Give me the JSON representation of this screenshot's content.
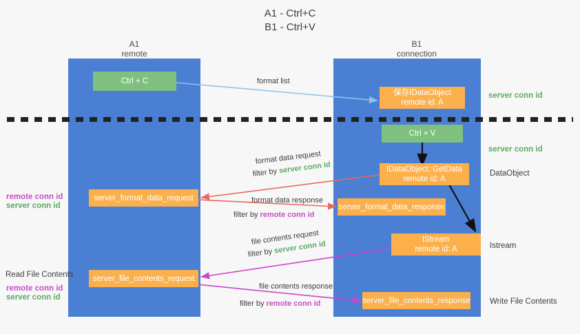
{
  "title": {
    "line1": "A1 - Ctrl+C",
    "line2": "B1 - Ctrl+V"
  },
  "columns": [
    {
      "name": "A1",
      "sub": "remote"
    },
    {
      "name": "B1",
      "sub": "connection"
    }
  ],
  "colors": {
    "lane": "#4a7fd4",
    "green_box": "#7fc07f",
    "orange_box": "#fbb04c",
    "server_conn_id": "#5aab62",
    "remote_conn_id": "#c54fc5",
    "arrow_blue": "#8ec4ea",
    "arrow_red": "#e8685f",
    "arrow_magenta": "#cc44cc",
    "arrow_black": "#111111",
    "background": "#f7f7f7"
  },
  "boxes": [
    {
      "id": "ctrl-c",
      "label": "Ctrl + C",
      "label2": "",
      "kind": "green"
    },
    {
      "id": "save-idataobject",
      "label": "保存IDataObject",
      "label2": "remote id: A",
      "kind": "orange"
    },
    {
      "id": "ctrl-v",
      "label": "Ctrl + V",
      "label2": "",
      "kind": "green"
    },
    {
      "id": "idataobject-getdata",
      "label": "IDataObject::GetData",
      "label2": "remote id: A",
      "kind": "orange"
    },
    {
      "id": "server-format-data-request",
      "label": "server_format_data_request",
      "label2": "",
      "kind": "orange"
    },
    {
      "id": "server-format-data-response",
      "label": "server_format_data_response",
      "label2": "",
      "kind": "orange"
    },
    {
      "id": "istream",
      "label": "IStream",
      "label2": "remote id: A",
      "kind": "orange"
    },
    {
      "id": "server-file-contents-request",
      "label": "server_file_contents_request",
      "label2": "",
      "kind": "orange"
    },
    {
      "id": "server-file-contents-response",
      "label": "server_file_contents_response",
      "label2": "",
      "kind": "orange"
    }
  ],
  "edge_labels": {
    "format_list": "format list",
    "format_data_request": "format data request",
    "format_data_request_filter_prefix": "filter by ",
    "format_data_request_filter_key": "server conn id",
    "format_data_response": "format data response",
    "format_data_response_filter_prefix": "filter by ",
    "format_data_response_filter_key": "remote conn id",
    "file_contents_request": "file contents request",
    "file_contents_request_filter_prefix": "filter by ",
    "file_contents_request_filter_key": "server conn id",
    "file_contents_response": "file contents response",
    "file_contents_response_filter_prefix": "filter by ",
    "file_contents_response_filter_key": "remote conn id"
  },
  "right_labels": {
    "server_conn_id_top": "server conn id",
    "server_conn_id_mid": "server conn id",
    "dataobject": "DataObject",
    "istream": "Istream",
    "write_file_contents": "Write File Contents"
  },
  "left_labels": {
    "remote_conn_id_upper": "remote conn id",
    "server_conn_id_upper": "server conn id",
    "read_file_contents": "Read File Contents",
    "remote_conn_id_lower": "remote conn id",
    "server_conn_id_lower": "server conn id"
  }
}
